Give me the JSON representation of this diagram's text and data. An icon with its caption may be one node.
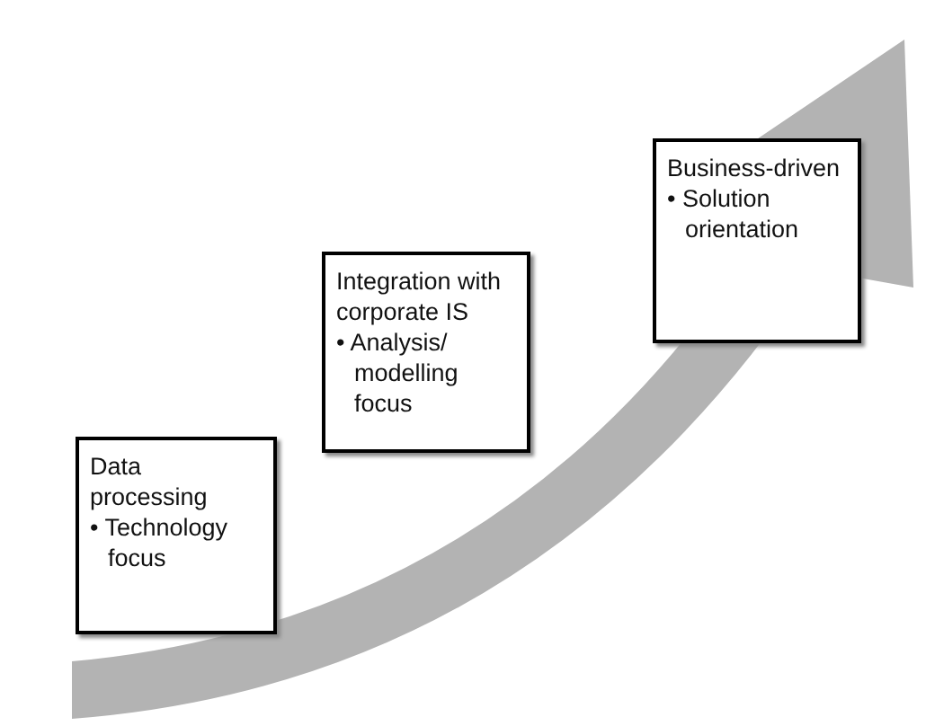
{
  "diagram": {
    "nodes": [
      {
        "text": [
          "Data processing",
          "• Technology focus"
        ]
      },
      {
        "text": [
          "Integration with corporate IS",
          "• Analysis/ modelling focus"
        ]
      },
      {
        "text": [
          "Business-driven",
          "• Solution orientation"
        ]
      }
    ]
  }
}
